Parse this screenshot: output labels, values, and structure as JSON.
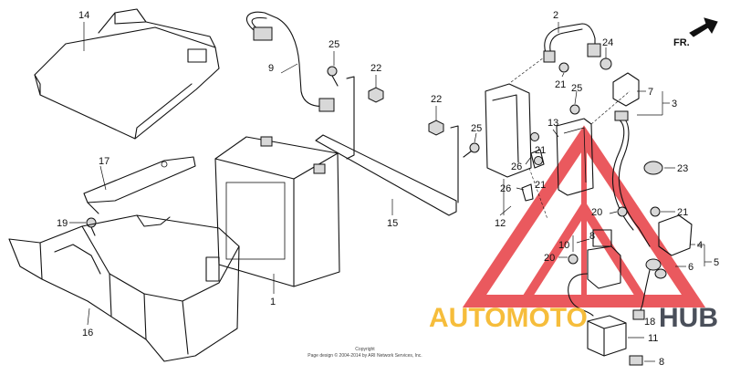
{
  "direction_label": "FR.",
  "copyright": {
    "line1": "Copyright",
    "line2": "Page design © 2004-2014 by ARI Network Services, Inc."
  },
  "watermark": {
    "part1": "AUTOMOTO",
    "part2": "HUB"
  },
  "colors": {
    "watermark_red": "#e8484d",
    "watermark_yellow": "#f6bd3b",
    "watermark_dark": "#4a4f5a"
  },
  "callouts": {
    "c1": "1",
    "c2": "2",
    "c3": "3",
    "c4": "4",
    "c5": "5",
    "c6": "6",
    "c7": "7",
    "c8": "8",
    "c8b": "8",
    "c9": "9",
    "c10": "10",
    "c11": "11",
    "c12": "12",
    "c13": "13",
    "c14": "14",
    "c15": "15",
    "c16": "16",
    "c17": "17",
    "c18": "18",
    "c19": "19",
    "c20a": "20",
    "c20b": "20",
    "c21a": "21",
    "c21b": "21",
    "c21c": "21",
    "c21d": "21",
    "c22a": "22",
    "c22b": "22",
    "c23": "23",
    "c24": "24",
    "c25a": "25",
    "c25b": "25",
    "c25c": "25",
    "c26a": "26",
    "c26b": "26"
  }
}
